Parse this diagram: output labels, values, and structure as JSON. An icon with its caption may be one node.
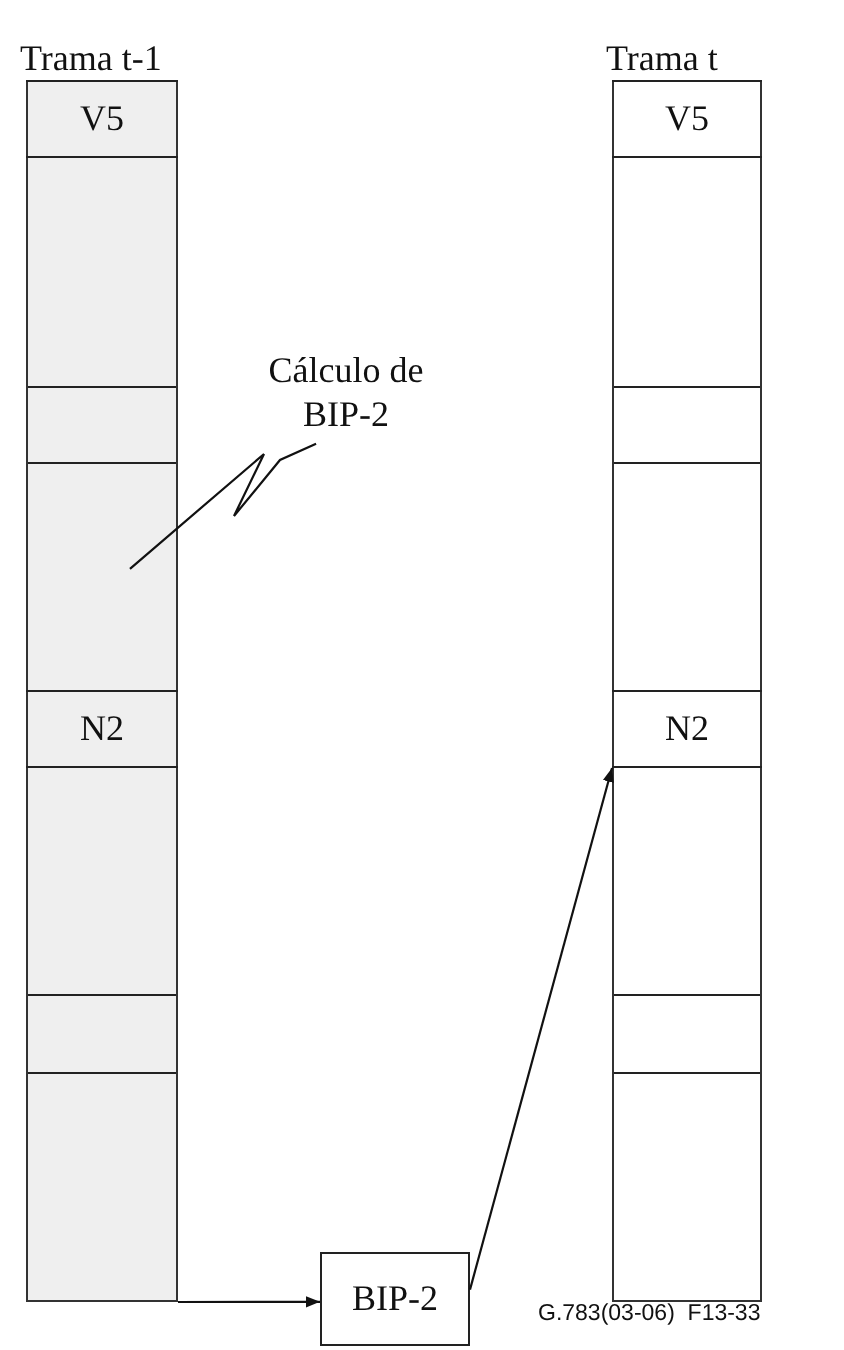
{
  "diagram": {
    "nodes": [
      {
        "text": [
          "Trama t-1"
        ]
      },
      {
        "text": [
          "V5"
        ],
        "in": 0
      },
      {
        "text": [
          "N2"
        ],
        "in": 0
      },
      {
        "text": [
          "Trama t"
        ]
      },
      {
        "text": [
          "V5"
        ],
        "in": 3
      },
      {
        "text": [
          "N2"
        ],
        "in": 3
      },
      {
        "text": [
          "BIP-2"
        ]
      },
      {
        "text": [
          "Cálculo de BIP-2"
        ]
      }
    ],
    "edges": [
      {
        "from": 0,
        "to": 6,
        "arrow": "to"
      },
      {
        "from": 6,
        "to": 5,
        "arrow": "to"
      },
      {
        "from": 7,
        "to": 0,
        "arrow": "none"
      }
    ],
    "labels": [
      "G.783(03-06)  F13-33"
    ]
  }
}
